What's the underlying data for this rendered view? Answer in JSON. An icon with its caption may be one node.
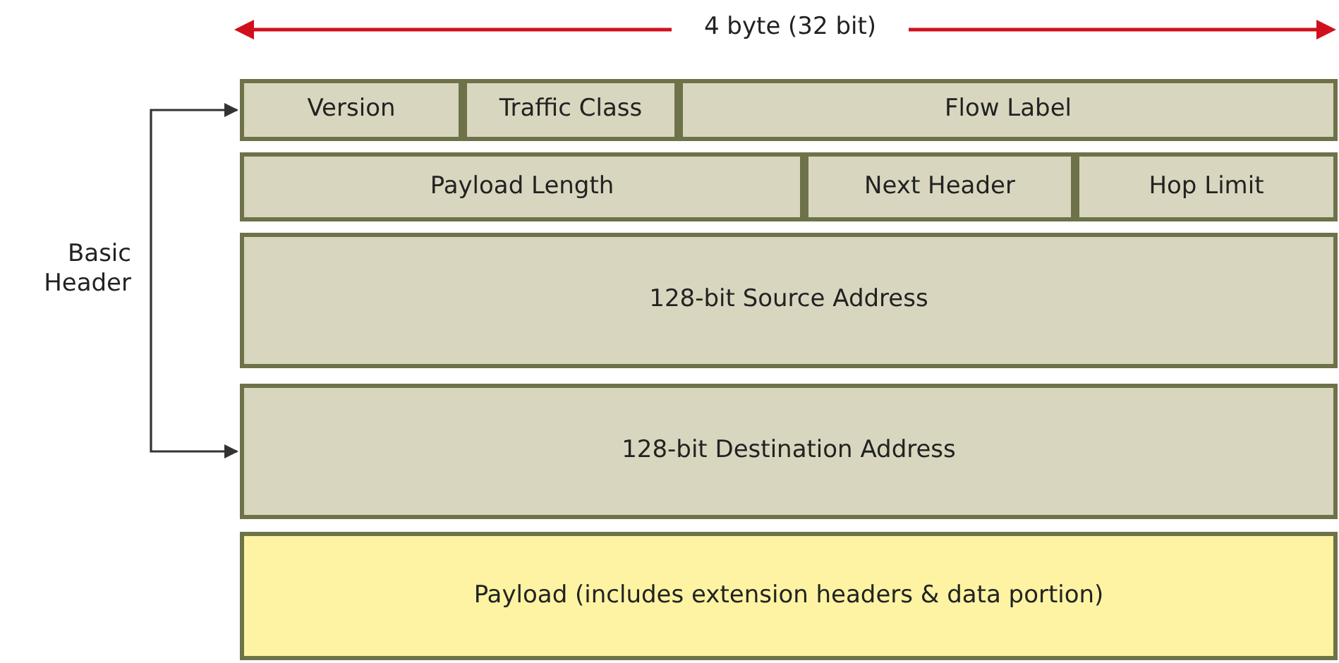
{
  "diagram": {
    "nodes": [
      {
        "text": [
          "Version"
        ]
      },
      {
        "text": [
          "Traffic Class"
        ]
      },
      {
        "text": [
          "Flow Label"
        ]
      },
      {
        "text": [
          "Payload Length"
        ]
      },
      {
        "text": [
          "Next Header"
        ]
      },
      {
        "text": [
          "Hop Limit"
        ]
      },
      {
        "text": [
          "128-bit Source Address"
        ]
      },
      {
        "text": [
          "128-bit Destination Address"
        ]
      },
      {
        "text": [
          "Payload (includes extension headers & data portion)"
        ]
      },
      {
        "text": [
          "Basic Header"
        ]
      }
    ],
    "edges": [
      {
        "from": 9,
        "to": 0,
        "arrow": "to"
      },
      {
        "from": 9,
        "to": 7,
        "arrow": "to"
      }
    ],
    "labels": [
      "4 byte (32 bit)"
    ]
  }
}
